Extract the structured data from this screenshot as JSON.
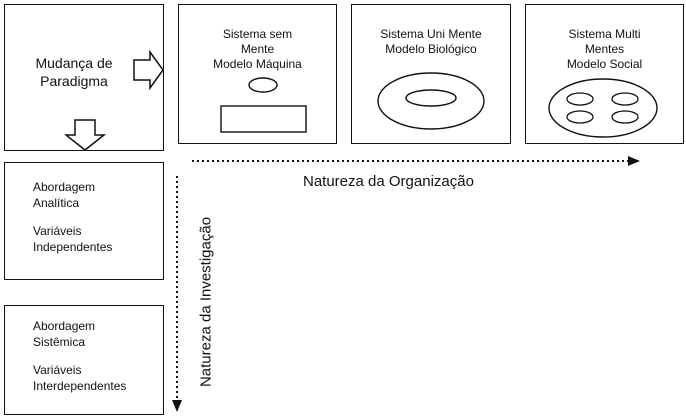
{
  "paradigm": {
    "label_line1": "Mudança de",
    "label_line2": "Paradigma"
  },
  "systems": [
    {
      "line1": "Sistema sem",
      "line2": "Mente",
      "line3": "Modelo Máquina"
    },
    {
      "line1": "Sistema Uni Mente",
      "line2": "Modelo Biológico"
    },
    {
      "line1": "Sistema Multi",
      "line2": "Mentes",
      "line3": "Modelo Social"
    }
  ],
  "approaches": [
    {
      "line1": "Abordagem",
      "line2": "Analítica",
      "line3": "Variáveis",
      "line4": "Independentes"
    },
    {
      "line1": "Abordagem",
      "line2": "Sistêmica",
      "line3": "Variáveis",
      "line4": "Interdependentes"
    }
  ],
  "axes": {
    "horizontal_label": "Natureza da Organização",
    "vertical_label": "Natureza da Investigação"
  }
}
